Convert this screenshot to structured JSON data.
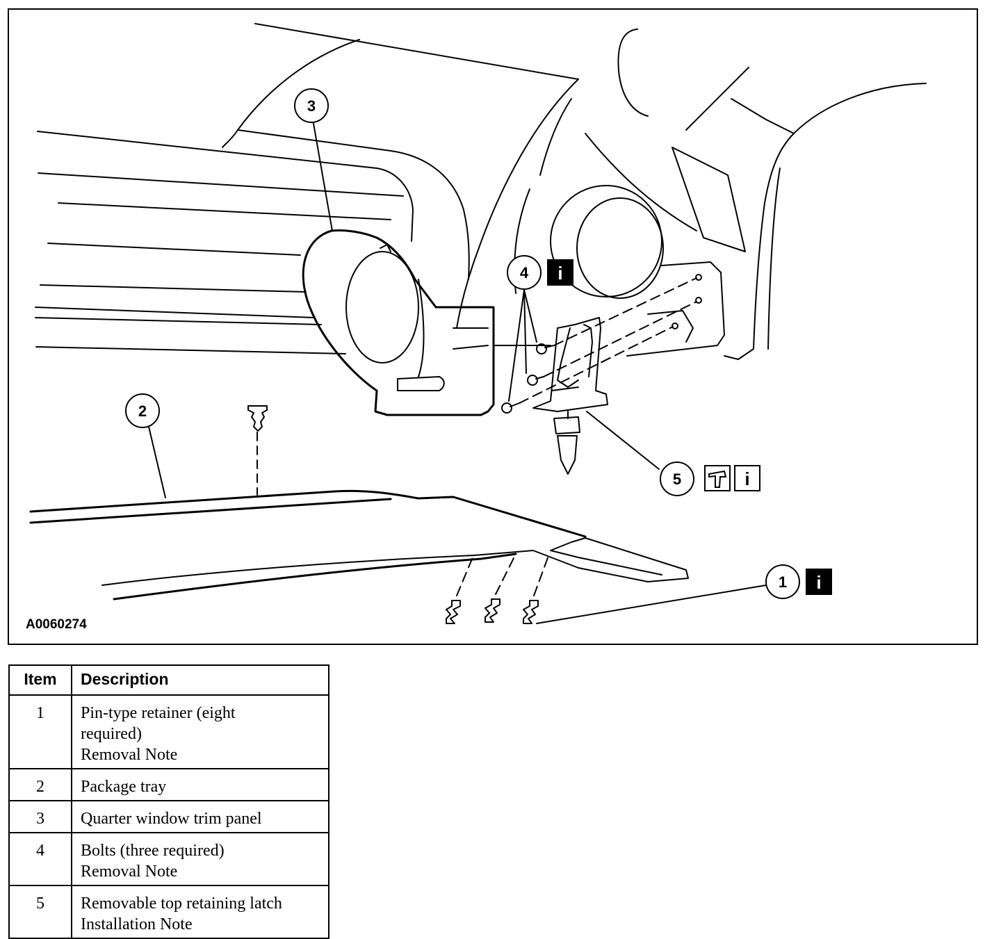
{
  "figure": {
    "id_label": "A0060274",
    "callouts": [
      {
        "number": "1",
        "icons": [
          "info-icon"
        ]
      },
      {
        "number": "2",
        "icons": []
      },
      {
        "number": "3",
        "icons": []
      },
      {
        "number": "4",
        "icons": [
          "info-icon"
        ]
      },
      {
        "number": "5",
        "icons": [
          "hammer-icon",
          "info-outline-icon"
        ]
      }
    ],
    "info_glyph": "i"
  },
  "legend": {
    "header": {
      "item": "Item",
      "description": "Description"
    },
    "rows": [
      {
        "item": "1",
        "lines": [
          "Pin-type retainer (eight",
          "required)",
          "Removal Note"
        ]
      },
      {
        "item": "2",
        "lines": [
          "Package tray"
        ]
      },
      {
        "item": "3",
        "lines": [
          "Quarter window trim panel"
        ]
      },
      {
        "item": "4",
        "lines": [
          "Bolts (three required)",
          "Removal Note"
        ]
      },
      {
        "item": "5",
        "lines": [
          "Removable top retaining latch",
          "Installation Note"
        ]
      }
    ]
  }
}
